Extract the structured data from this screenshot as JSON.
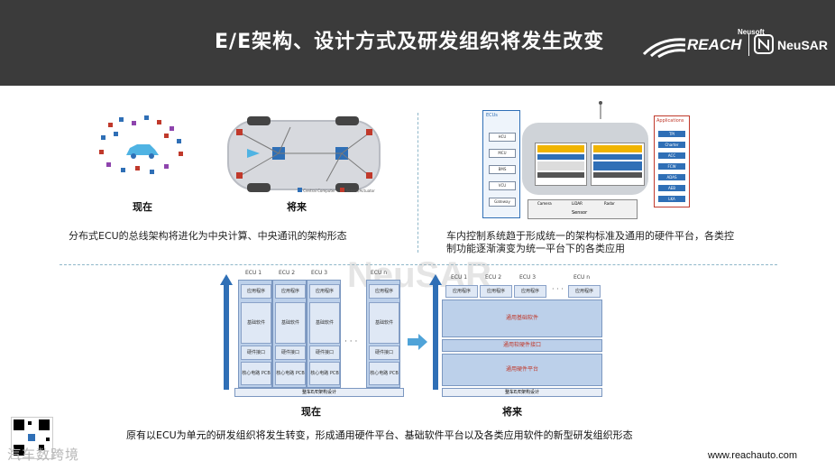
{
  "header": {
    "title": "E/E架构、设计方式及研发组织将发生改变",
    "logo_reach": "REACH",
    "logo_neusoft": "Neusoft",
    "logo_neusar": "NeuSAR"
  },
  "left_top": {
    "now_caption": "现在",
    "future_caption": "将来",
    "description": "分布式ECU的总线架构将进化为中央计算、中央通讯的架构形态",
    "legend": [
      "Central Computer",
      "Sensor/Actuator"
    ]
  },
  "right_top": {
    "ecus_title": "ECUs",
    "ecu_items": [
      "HCU",
      "MCU",
      "BMS",
      "VCU",
      "Gateway"
    ],
    "apps_title": "Applications",
    "app_items": [
      "TPI",
      "Charter",
      "ACC",
      "FCW",
      "ADAS",
      "AEB",
      "LKA"
    ],
    "sensor_label": "Sensor",
    "sensor_items": [
      "Camera",
      "LiDAR",
      "Radar"
    ],
    "description_line1": "车内控制系统趋于形成统一的架构标准及通用的硬件平台，各类控",
    "description_line2": "制功能逐渐演变为统一平台下的各类应用"
  },
  "bottom": {
    "ecu_columns": [
      "ECU 1",
      "ECU 2",
      "ECU 3",
      "ECU n"
    ],
    "future_ecu_columns": [
      "ECU 1",
      "ECU 2",
      "ECU 3",
      "ECU n"
    ],
    "cell_labels": [
      "应用程序",
      "基础软件",
      "硬件接口",
      "核心电路 PCB"
    ],
    "platform_labels": [
      "通用基础软件",
      "通用软硬件接口",
      "通用硬件平台"
    ],
    "base_label": "整车E/E架构设计",
    "now_caption": "现在",
    "future_caption": "将来",
    "ellipsis": "· · ·",
    "description": "原有以ECU为单元的研发组织将发生转变，形成通用硬件平台、基础软件平台以及各类应用软件的新型研发组织形态"
  },
  "watermark": "NeuSAR",
  "footer_watermark": "汽车数跨境",
  "url": "www.reachauto.com",
  "colors": {
    "header_bg": "#3b3b3b",
    "accent_blue": "#2f6fb6",
    "light_blue": "#bcd0ea",
    "red": "#c0392b"
  }
}
